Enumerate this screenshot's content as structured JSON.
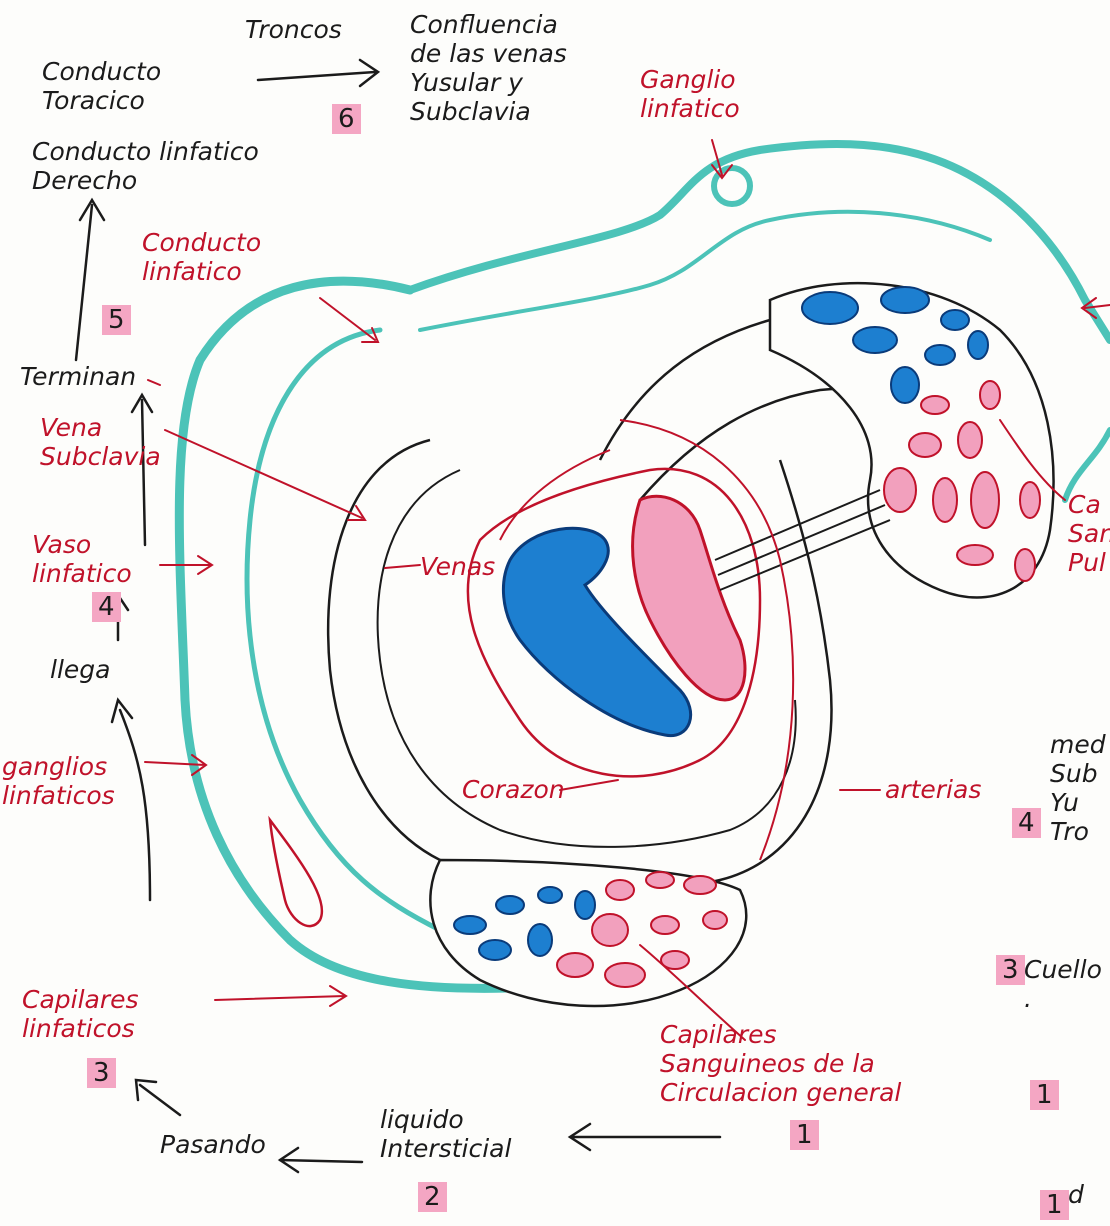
{
  "colors": {
    "lymph_vessel": "#4cc3b8",
    "red_ink": "#c0122a",
    "black_ink": "#1b1b1b",
    "venous_blue": "#1d7fd0",
    "arterial_pink": "#f2a0bd",
    "number_highlight": "#f4a6c3"
  },
  "labels": {
    "conducto_toracico": "Conducto\nToracico",
    "conducto_linfatico_derecho": "Conducto linfatico\nDerecho",
    "troncos": "Troncos",
    "confluencia": "Confluencia\nde las venas\nYusular y\nSubclavia",
    "ganglio_linfatico": "Ganglio\nlinfatico",
    "conducto_linfatico": "Conducto\nlinfatico",
    "terminan": "Terminan",
    "vena_subclavia": "Vena\nSubclavia",
    "vaso_linfatico": "Vaso\nlinfatico",
    "llega": "llega",
    "ganglios_linfaticos": "ganglios\nlinfaticos",
    "venas": "Venas",
    "corazon": "Corazon",
    "arterias": "arterias",
    "capilares_linfaticos": "Capilares\nlinfaticos",
    "capilares_sanguineos": "Capilares\nSanguineos de la\nCirculacion general",
    "liquido_intersticial": "liquido\nIntersticial",
    "pasando": "Pasando",
    "capilares_pulmonares_partial": "Ca\nSan\nPul",
    "right_partial": "med\nSub\nYu\nTro",
    "cuello_partial": "Cuello .",
    "bottom_partial": "d"
  },
  "numbers": {
    "n6": "6",
    "n5": "5",
    "n4_left": "4",
    "n4_right": "4",
    "n3_left": "3",
    "n3_right": "3",
    "n2": "2",
    "n1_center": "1",
    "n1_right": "1",
    "n1_bottom": "1"
  }
}
